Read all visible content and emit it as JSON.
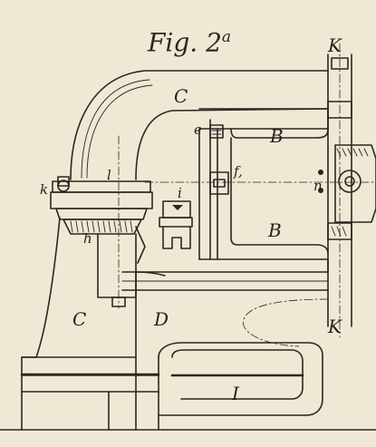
{
  "figure": {
    "title": "Fig. 2",
    "title_superscript": "a"
  },
  "labels": {
    "K_top": "K",
    "K_bottom": "K",
    "C_arm": "C",
    "C_base": "C",
    "B_upper": "B",
    "B_lower": "B",
    "D": "D",
    "e": "e",
    "f": "f,",
    "i": "i",
    "k": "k",
    "l": "l",
    "h": "h",
    "n": "n",
    "I": "I"
  }
}
